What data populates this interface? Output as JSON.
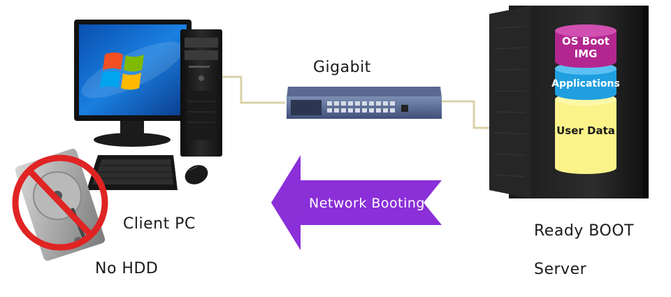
{
  "switch_label": "Gigabit",
  "client": {
    "label": "Client PC",
    "no_hdd_label": "No HDD"
  },
  "server": {
    "label_line1": "Ready BOOT",
    "label_line2": "Server",
    "layers": {
      "os_line1": "OS Boot",
      "os_line2": "IMG",
      "applications": "Applications",
      "user_data": "User Data"
    }
  },
  "arrow_label": "Network Booting",
  "colors": {
    "arrow": "#8b2fd8",
    "os_layer": "#b3268f",
    "app_layer": "#1f9fe0",
    "data_layer": "#fbf38a",
    "cable": "#d9d2a8"
  }
}
